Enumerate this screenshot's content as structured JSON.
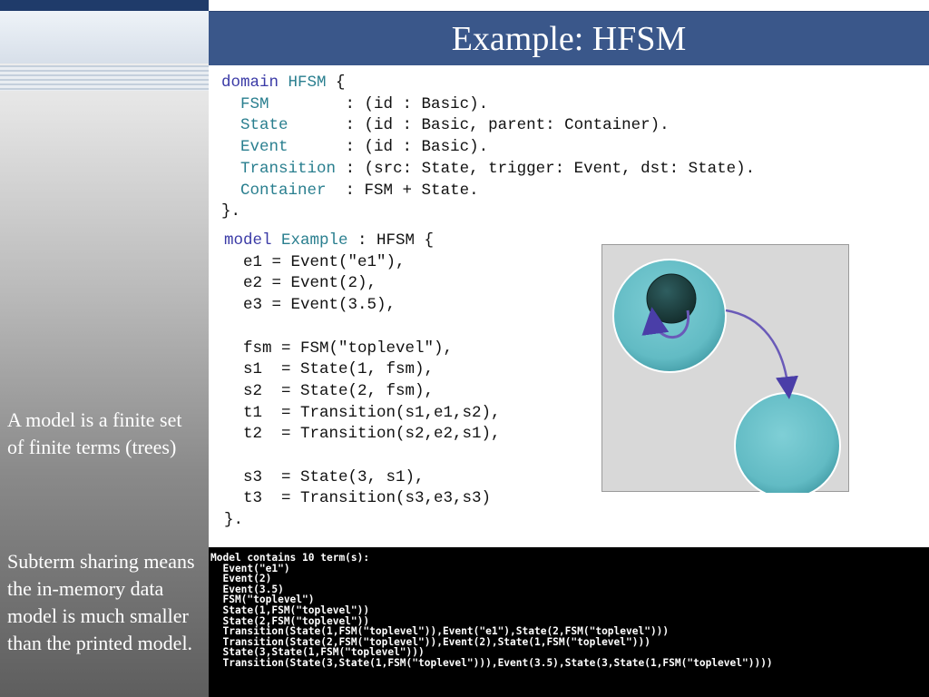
{
  "slide": {
    "title": "Example: HFSM",
    "side_notes": [
      "A model is a finite set of  finite terms (trees)",
      "Subterm sharing means the in-memory data model is much smaller than the printed model."
    ]
  },
  "domain_code": {
    "header_kw": "domain",
    "header_name": "HFSM",
    "header_open": " {",
    "rows": [
      {
        "name": "FSM",
        "pad": "        ",
        "rest": ": (id : Basic)."
      },
      {
        "name": "State",
        "pad": "      ",
        "rest": ": (id : Basic, parent: Container)."
      },
      {
        "name": "Event",
        "pad": "      ",
        "rest": ": (id : Basic)."
      },
      {
        "name": "Transition",
        "pad": " ",
        "rest": ": (src: State, trigger: Event, dst: State)."
      },
      {
        "name": "Container",
        "pad": "  ",
        "rest": ": FSM + State."
      }
    ],
    "close": "}."
  },
  "model_code": {
    "header_kw": "model",
    "header_name": "Example",
    "header_rest": " : HFSM {",
    "lines": [
      "  e1 = Event(\"e1\"),",
      "  e2 = Event(2),",
      "  e3 = Event(3.5),",
      "",
      "  fsm = FSM(\"toplevel\"),",
      "  s1  = State(1, fsm),",
      "  s2  = State(2, fsm),",
      "  t1  = Transition(s1,e1,s2),",
      "  t2  = Transition(s2,e2,s1),",
      "",
      "  s3  = State(3, s1),",
      "  t3  = Transition(s3,e3,s3)",
      "}."
    ]
  },
  "console": {
    "lines": [
      "Model contains 10 term(s):",
      "  Event(\"e1\")",
      "  Event(2)",
      "  Event(3.5)",
      "  FSM(\"toplevel\")",
      "  State(1,FSM(\"toplevel\"))",
      "  State(2,FSM(\"toplevel\"))",
      "  Transition(State(1,FSM(\"toplevel\")),Event(\"e1\"),State(2,FSM(\"toplevel\")))",
      "  Transition(State(2,FSM(\"toplevel\")),Event(2),State(1,FSM(\"toplevel\")))",
      "  State(3,State(1,FSM(\"toplevel\")))",
      "  Transition(State(3,State(1,FSM(\"toplevel\"))),Event(3.5),State(3,State(1,FSM(\"toplevel\"))))"
    ]
  },
  "colors": {
    "title_bar": "#3a578a",
    "state_fill": "#6cc3cc",
    "nested_state_fill": "#1f4446",
    "transition_arrow": "#6a5ab8"
  }
}
